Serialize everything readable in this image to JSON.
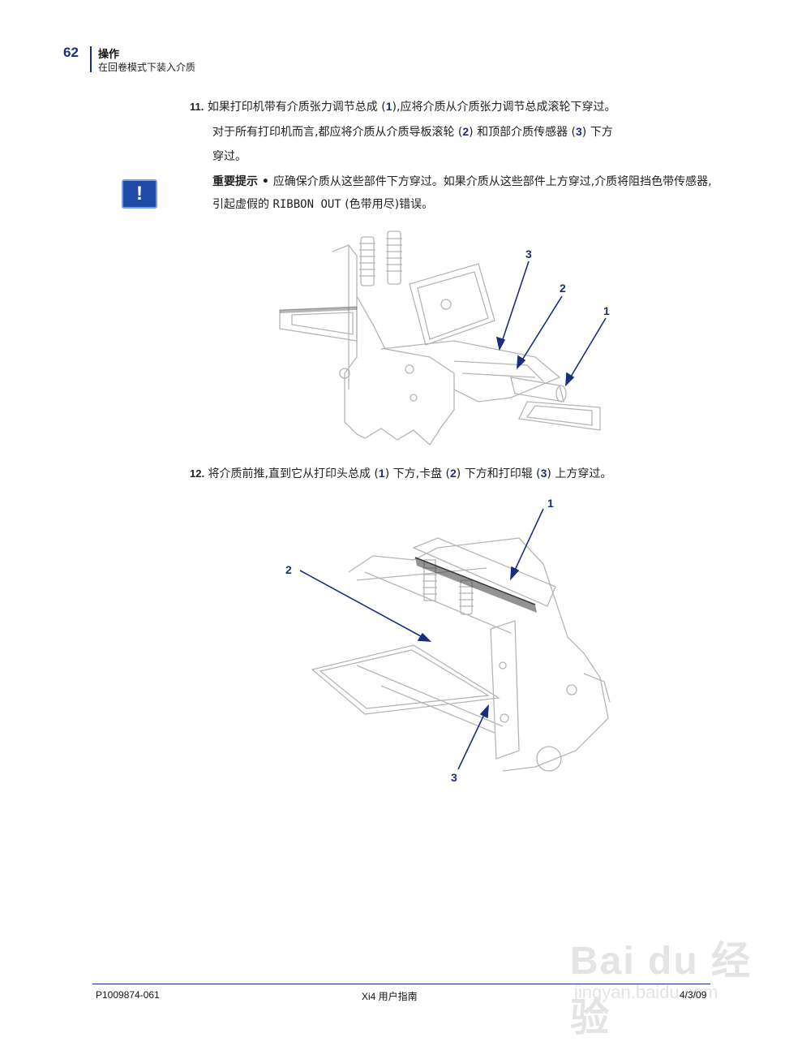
{
  "header": {
    "page_number": "62",
    "section": "操作",
    "subsection": "在回卷模式下装入介质"
  },
  "step11": {
    "number": "11.",
    "line1_a": "如果打印机带有介质张力调节总成 (",
    "ref1": "1",
    "line1_b": "),应将介质从介质张力调节总成滚轮下穿过。",
    "line2_a": "对于所有打印机而言,都应将介质从介质导板滚轮 (",
    "ref2": "2",
    "line2_b": ") 和顶部介质传感器  (",
    "ref3": "3",
    "line2_c": ") 下方",
    "line3": "穿过。"
  },
  "note": {
    "icon": "exclamation-icon",
    "lead": "重要提示 • ",
    "text_a": "应确保介质从这些部件下方穿过。如果介质从这些部件上方穿过,介质将阻挡色带传感器,引起虚假的 ",
    "code": "RIBBON OUT",
    "text_b": " (色带用尽)错误。"
  },
  "figure1": {
    "callouts": [
      "3",
      "2",
      "1"
    ]
  },
  "step12": {
    "number": "12.",
    "text_a": "将介质前推,直到它从打印头总成 (",
    "ref1": "1",
    "text_b": ") 下方,卡盘 (",
    "ref2": "2",
    "text_c": ") 下方和打印辊 (",
    "ref3": "3",
    "text_d": ") 上方穿过。"
  },
  "figure2": {
    "callouts": [
      "1",
      "2",
      "3"
    ]
  },
  "footer": {
    "left": "P1009874-061",
    "center": "Xi4 用户指南",
    "right": "4/3/09"
  },
  "watermark": {
    "brand": "Bai du 经验",
    "url": "jingyan.baidu.com"
  },
  "colors": {
    "accent": "#1a2d80",
    "note_icon": "#1f4aa8",
    "line_art": "#b5b5b5"
  }
}
